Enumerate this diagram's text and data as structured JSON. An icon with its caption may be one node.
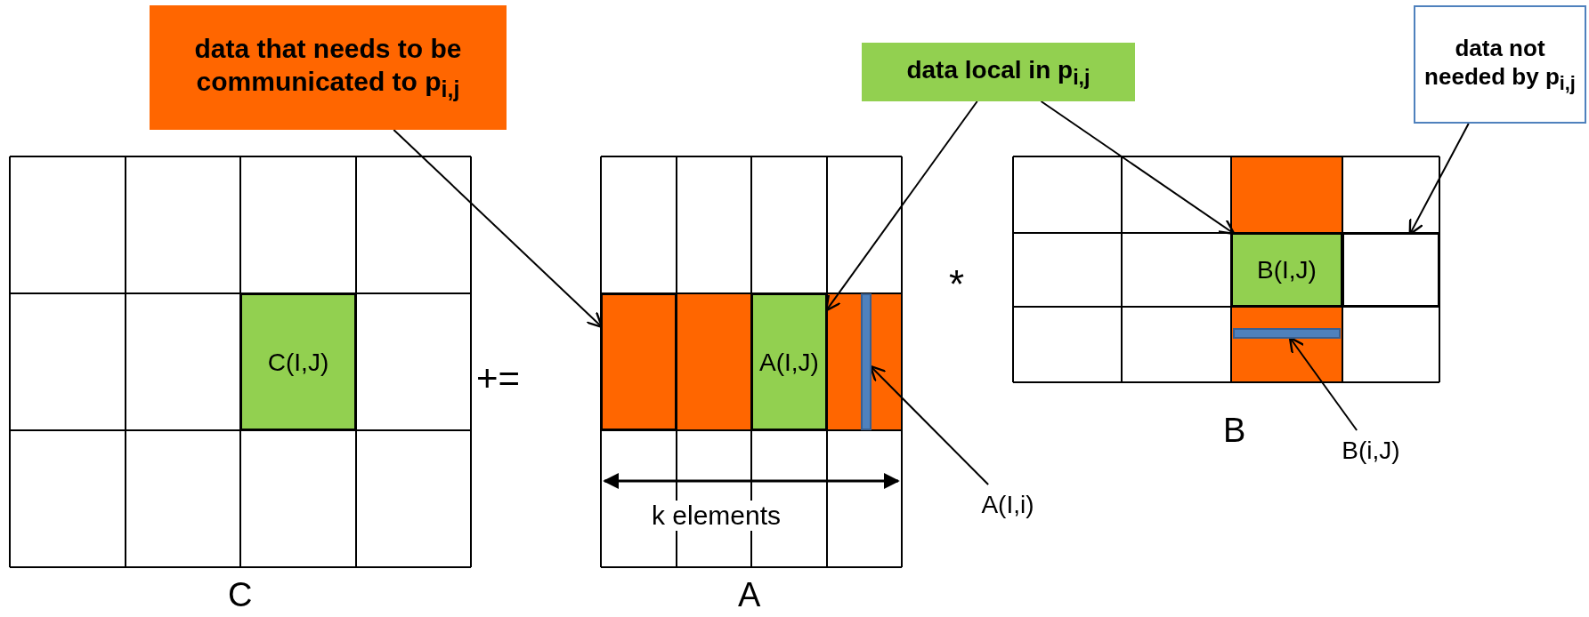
{
  "diagram": {
    "nodes": [
      {
        "text": [
          "data that needs to be communicated to p$_{i,j}$"
        ]
      },
      {
        "text": [
          "data local in p$_{i,j}$"
        ]
      },
      {
        "text": [
          "data not needed by p$_{i,j}$"
        ]
      },
      {
        "text": [
          "C(I,J)"
        ]
      },
      {
        "text": [],
        "shape": "box"
      },
      {
        "text": [
          "A(I,J)"
        ]
      },
      {
        "text": [],
        "shape": "bar"
      },
      {
        "text": [
          "B(I,J)"
        ]
      },
      {
        "text": [],
        "shape": "box"
      },
      {
        "text": [],
        "shape": "bar"
      },
      {
        "text": [
          "A(I,i)"
        ]
      },
      {
        "text": [
          "B(i,J)"
        ]
      }
    ],
    "edges": [
      {
        "from": 0,
        "to": 4,
        "arrow": "to"
      },
      {
        "from": 1,
        "to": 5,
        "arrow": "to"
      },
      {
        "from": 1,
        "to": 7,
        "arrow": "to"
      },
      {
        "from": 2,
        "to": 8,
        "arrow": "to"
      },
      {
        "from": 10,
        "to": 6,
        "arrow": "to"
      },
      {
        "from": 11,
        "to": 9,
        "arrow": "to"
      }
    ],
    "labels": [
      "+=",
      "*",
      "B",
      "k elements",
      "C",
      "A"
    ]
  }
}
